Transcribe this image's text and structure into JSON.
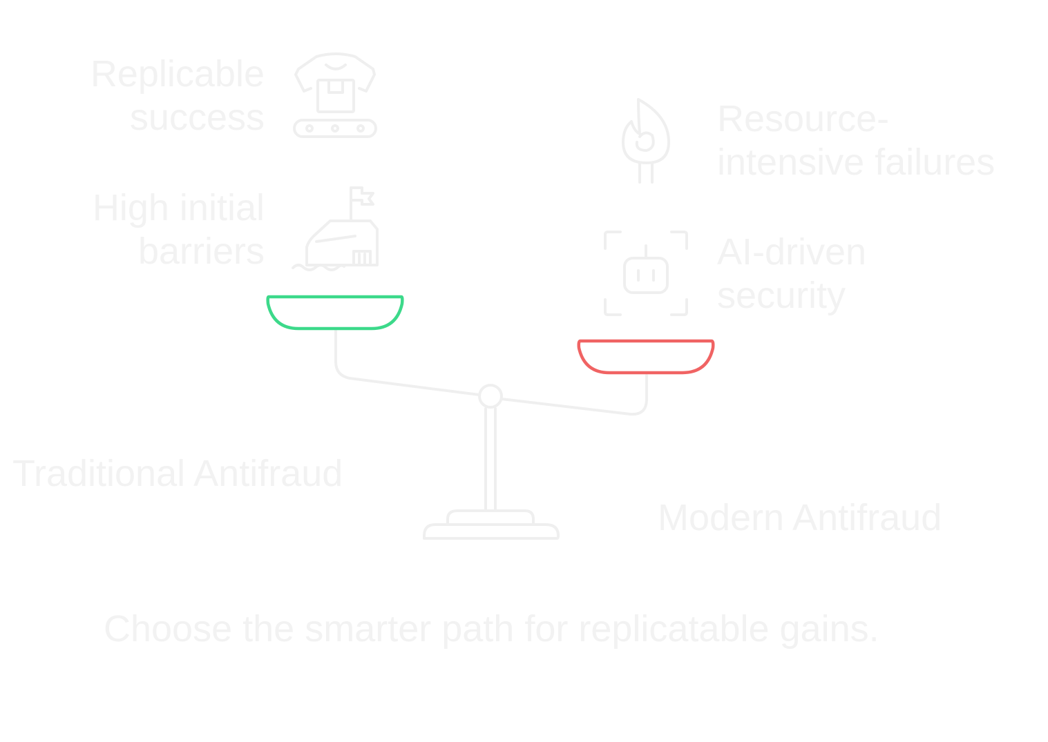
{
  "left_side": {
    "title": "Traditional Antifraud",
    "pan_color": "#3cd98a",
    "items": [
      {
        "label": "Replicable\nsuccess",
        "icon": "robot-arm-conveyor-icon"
      },
      {
        "label": "High initial\nbarriers",
        "icon": "factory-flag-icon"
      }
    ]
  },
  "right_side": {
    "title": "Modern Antifraud",
    "pan_color": "#f06363",
    "items": [
      {
        "label": "Resource-\nintensive failures",
        "icon": "burning-match-icon"
      },
      {
        "label": "AI-driven\nsecurity",
        "icon": "robot-face-scan-icon"
      }
    ]
  },
  "footer": "Choose the smarter path for replicatable gains.",
  "colors": {
    "text": "#f2f2f2",
    "outline": "#efefef",
    "left_pan": "#3cd98a",
    "right_pan": "#f06363"
  }
}
